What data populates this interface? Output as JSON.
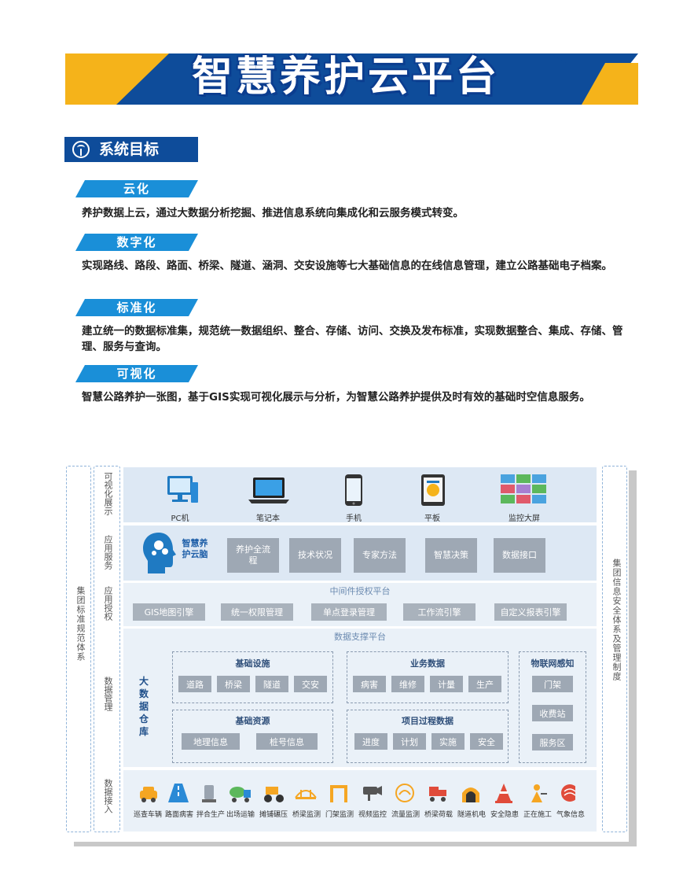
{
  "banner": {
    "title": "智慧养护云平台"
  },
  "section": {
    "title": "系统目标"
  },
  "goals": [
    {
      "tag": "云化",
      "text": "养护数据上云，通过大数据分析挖掘、推进信息系统向集成化和云服务模式转变。"
    },
    {
      "tag": "数字化",
      "text": "实现路线、路段、路面、桥梁、隧道、涵洞、交安设施等七大基础信息的在线信息管理，建立公路基础电子档案。"
    },
    {
      "tag": "标准化",
      "text": "建立统一的数据标准集，规范统一数据组织、整合、存储、访问、交换及发布标准，实现数据整合、集成、存储、管理、服务与查询。"
    },
    {
      "tag": "可视化",
      "text": "智慧公路养护一张图，基于GIS实现可视化展示与分析，为智慧公路养护提供及时有效的基础时空信息服务。"
    }
  ],
  "diagram": {
    "left_side": "集团标准规范体系",
    "right_side": "集团信息安全体系及管理制度",
    "layers": {
      "display": "可视化展示",
      "app": "应用服务",
      "auth": "应用授权",
      "data": "数据管理",
      "ingest": "数据接入"
    },
    "devices": [
      "PC机",
      "笔记本",
      "手机",
      "平板",
      "监控大屏"
    ],
    "brain": "智慧养护云脑",
    "apps": [
      "养护全流程",
      "技术状况",
      "专家方法",
      "智慧决策",
      "数据接口"
    ],
    "middleware_title": "中间件授权平台",
    "middleware": [
      "GIS地图引擎",
      "统一权限管理",
      "单点登录管理",
      "工作流引擎",
      "自定义报表引擎"
    ],
    "data_platform_title": "数据支撑平台",
    "warehouse": "大数据仓库",
    "groups": {
      "infra": {
        "title": "基础设施",
        "items": [
          "道路",
          "桥梁",
          "隧道",
          "交安"
        ]
      },
      "biz": {
        "title": "业务数据",
        "items": [
          "病害",
          "维修",
          "计量",
          "生产"
        ]
      },
      "iot": {
        "title": "物联网感知",
        "items": [
          "门架",
          "收费站",
          "服务区"
        ]
      },
      "res": {
        "title": "基础资源",
        "items": [
          "地理信息",
          "桩号信息"
        ]
      },
      "proj": {
        "title": "项目过程数据",
        "items": [
          "进度",
          "计划",
          "实施",
          "安全"
        ]
      }
    },
    "sources": [
      "巡查车辆",
      "路面病害",
      "拌合生产",
      "出场运输",
      "摊铺碾压",
      "桥梁监测",
      "门架监测",
      "视频监控",
      "流量监测",
      "桥梁荷载",
      "隧道机电",
      "安全隐患",
      "正在施工",
      "气象信息"
    ]
  },
  "colors": {
    "blue": "#0e4c9a",
    "yellow": "#f5b31a",
    "tag_blue": "#1a8fd8"
  }
}
